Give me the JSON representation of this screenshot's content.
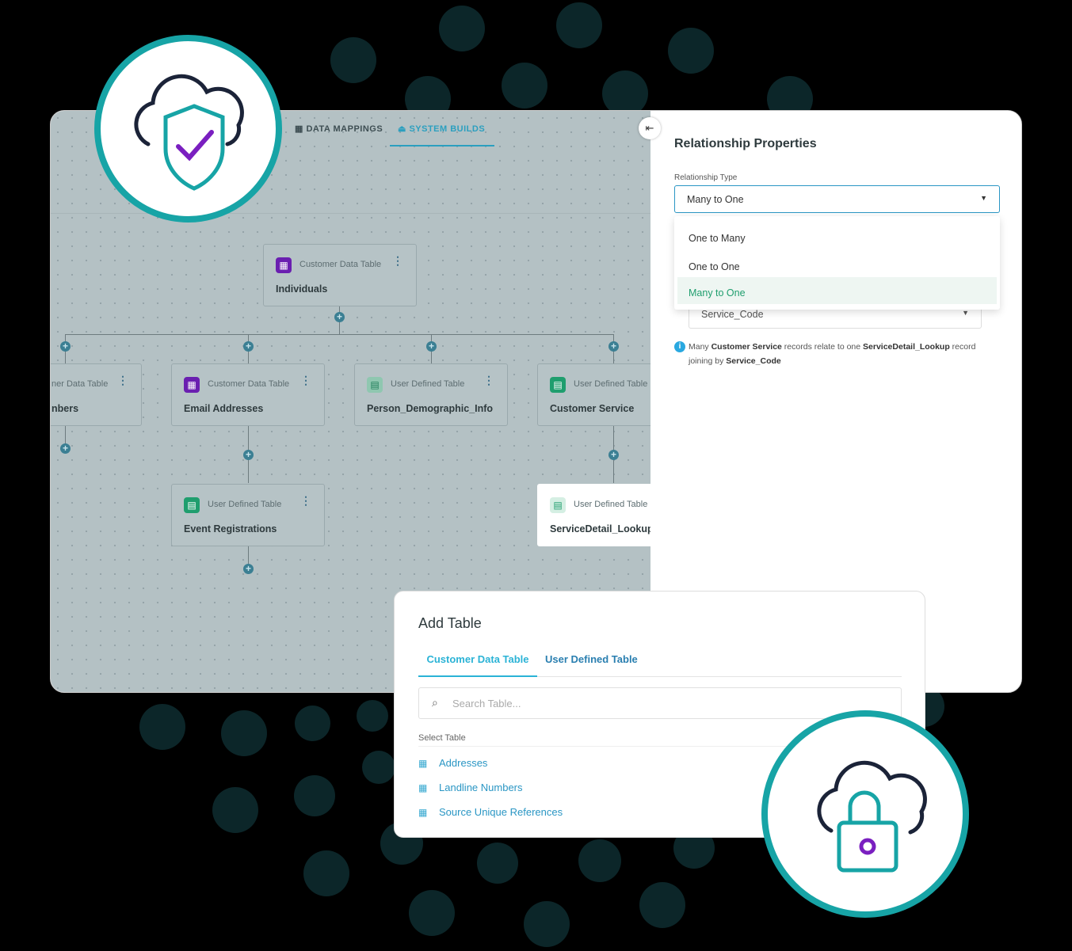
{
  "tabs": [
    {
      "label": "DATA MAPPINGS",
      "icon": "table-icon"
    },
    {
      "label": "SYSTEM BUILDS",
      "icon": "sitemap-icon",
      "active": true
    }
  ],
  "nodes": [
    {
      "type": "Customer Data Table",
      "name": "Individuals"
    },
    {
      "type": "Customer Data Table",
      "name": "Landline Numbers",
      "visible_type": "ner Data Table",
      "visible_name": "nbers"
    },
    {
      "type": "Customer Data Table",
      "name": "Email Addresses"
    },
    {
      "type": "User Defined Table",
      "name": "Person_Demographic_Info"
    },
    {
      "type": "User Defined Table",
      "name": "Customer Service"
    },
    {
      "type": "User Defined Table",
      "name": "Event Registrations"
    },
    {
      "type": "User Defined Table",
      "name": "ServiceDetail_Lookup"
    }
  ],
  "panel": {
    "title": "Relationship Properties",
    "type_label": "Relationship Type",
    "type_value": "Many to One",
    "options": [
      "One to Many",
      "One to One",
      "Many to One"
    ],
    "join_field": "Service_Code",
    "info": {
      "p1": "Many ",
      "b1": "Customer Service",
      "p2": " records relate to one ",
      "b2": "ServiceDetail_Lookup",
      "p3": " record joining by ",
      "b3": "Service_Code"
    }
  },
  "dialog": {
    "title": "Add Table",
    "tabs": [
      "Customer Data Table",
      "User Defined Table"
    ],
    "search_placeholder": "Search Table...",
    "section_label": "Select Table",
    "tables": [
      "Addresses",
      "Landline Numbers",
      "Source Unique References"
    ]
  },
  "colors": {
    "accent": "#17a4a6",
    "purple": "#6a1fb0",
    "green": "#1f9e6e",
    "link": "#2a96c4"
  }
}
